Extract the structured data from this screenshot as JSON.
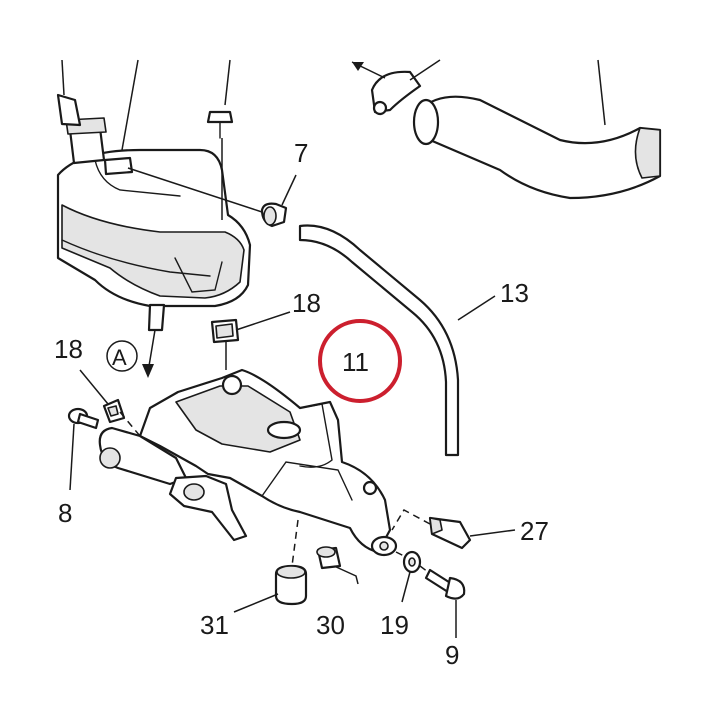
{
  "callouts": {
    "c7": "7",
    "c13": "13",
    "c18a": "18",
    "c18b": "18",
    "c11": "11",
    "c8": "8",
    "c27": "27",
    "c31": "31",
    "c30": "30",
    "c19": "19",
    "c9": "9",
    "view_a": "A"
  },
  "highlight": {
    "part": "11",
    "color": "#cc1f2e"
  }
}
